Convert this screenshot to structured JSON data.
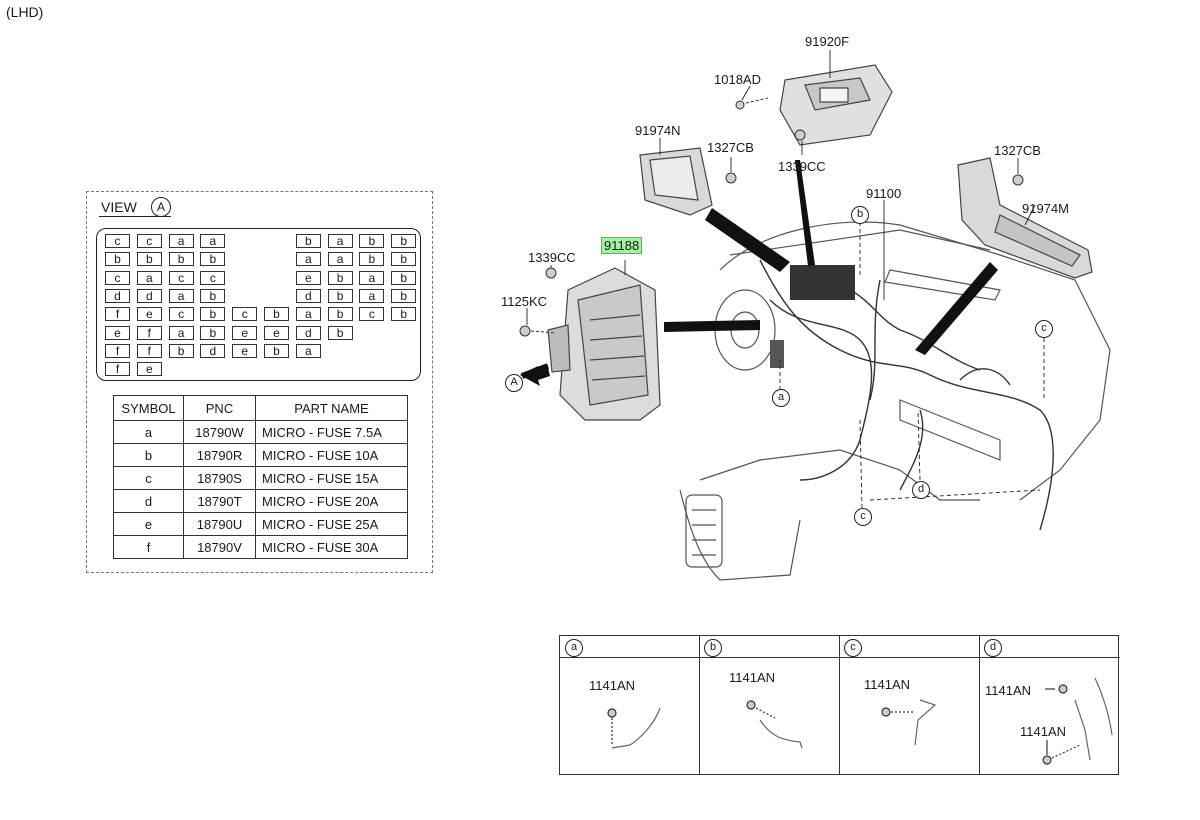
{
  "header": {
    "drive": "(LHD)"
  },
  "view": {
    "title": "VIEW",
    "marker": "A",
    "fuse_rows": [
      [
        "c",
        "c",
        "a",
        "a",
        "",
        "",
        "",
        "b",
        "a",
        "b",
        "b"
      ],
      [
        "b",
        "b",
        "b",
        "b",
        "",
        "",
        "",
        "a",
        "a",
        "b",
        "b"
      ],
      [
        "c",
        "a",
        "c",
        "c",
        "",
        "",
        "",
        "e",
        "b",
        "a",
        "b"
      ],
      [
        "d",
        "d",
        "a",
        "b",
        "",
        "",
        "",
        "d",
        "b",
        "a",
        "b"
      ],
      [
        "f",
        "e",
        "c",
        "b",
        "c",
        "b",
        "a",
        "b",
        "c",
        "b"
      ],
      [
        "e",
        "f",
        "a",
        "b",
        "e",
        "e",
        "d",
        "b"
      ],
      [
        "f",
        "f",
        "b",
        "d",
        "e",
        "b",
        "a"
      ],
      [
        "f",
        "e"
      ]
    ]
  },
  "parts_table": {
    "headers": [
      "SYMBOL",
      "PNC",
      "PART NAME"
    ],
    "rows": [
      {
        "symbol": "a",
        "pnc": "18790W",
        "name": "MICRO - FUSE 7.5A"
      },
      {
        "symbol": "b",
        "pnc": "18790R",
        "name": "MICRO - FUSE 10A"
      },
      {
        "symbol": "c",
        "pnc": "18790S",
        "name": "MICRO - FUSE 15A"
      },
      {
        "symbol": "d",
        "pnc": "18790T",
        "name": "MICRO - FUSE 20A"
      },
      {
        "symbol": "e",
        "pnc": "18790U",
        "name": "MICRO - FUSE 25A"
      },
      {
        "symbol": "f",
        "pnc": "18790V",
        "name": "MICRO - FUSE 30A"
      }
    ]
  },
  "callouts": {
    "p91920F": "91920F",
    "p1018AD": "1018AD",
    "p91974N": "91974N",
    "p1327CB_left": "1327CB",
    "p1339CC_top": "1339CC",
    "p1327CB_right": "1327CB",
    "p91100": "91100",
    "p91974M": "91974M",
    "p91188": "91188",
    "p1339CC_left": "1339CC",
    "p1125KC": "1125KC",
    "view_arrow": "A"
  },
  "markers": {
    "a": "a",
    "b": "b",
    "c": "c",
    "d": "d"
  },
  "details": [
    {
      "key": "a",
      "labels": [
        "1141AN"
      ]
    },
    {
      "key": "b",
      "labels": [
        "1141AN"
      ]
    },
    {
      "key": "c",
      "labels": [
        "1141AN"
      ]
    },
    {
      "key": "d",
      "labels": [
        "1141AN",
        "1141AN"
      ]
    }
  ],
  "colors": {
    "highlight": "#a6f0a6",
    "line": "#222222",
    "part_fill": "#d9d9d9"
  }
}
